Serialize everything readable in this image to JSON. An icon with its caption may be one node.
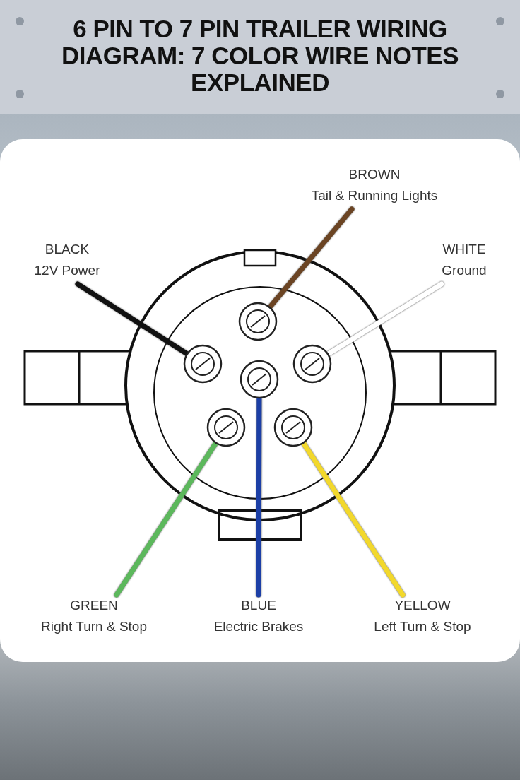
{
  "diagram": {
    "title": "6 PIN TO 7 PIN TRAILER WIRING DIAGRAM: 7 COLOR WIRE NOTES EXPLAINED",
    "nodes": [
      {
        "text": [
          "BROWN",
          "Tail & Running Lights"
        ]
      },
      {
        "text": [
          "BLACK",
          "12V Power"
        ]
      },
      {
        "text": [
          "WHITE",
          "Ground"
        ]
      },
      {
        "text": [],
        "shape": "circle"
      },
      {
        "text": [],
        "shape": "circle"
      },
      {
        "text": [],
        "shape": "circle"
      },
      {
        "text": [],
        "shape": "circle"
      },
      {
        "text": [],
        "shape": "circle"
      },
      {
        "text": [],
        "shape": "circle"
      },
      {
        "text": [
          "GREEN",
          "Right Turn & Stop"
        ]
      },
      {
        "text": [
          "BLUE",
          "Electric Brakes"
        ]
      },
      {
        "text": [
          "YELLOW",
          "Left Turn & Stop"
        ]
      }
    ],
    "edges": [
      {
        "from": 0,
        "to": 3,
        "arrow": "none",
        "color": "#6b4423"
      },
      {
        "from": 1,
        "to": 4,
        "arrow": "none",
        "color": "#111111"
      },
      {
        "from": 2,
        "to": 5,
        "arrow": "none",
        "color": "#ffffff"
      },
      {
        "from": 9,
        "to": 7,
        "arrow": "none",
        "color": "#5cb85c"
      },
      {
        "from": 10,
        "to": 6,
        "arrow": "none",
        "color": "#1c3fa6"
      },
      {
        "from": 11,
        "to": 8,
        "arrow": "none",
        "color": "#f2d82c"
      }
    ]
  }
}
